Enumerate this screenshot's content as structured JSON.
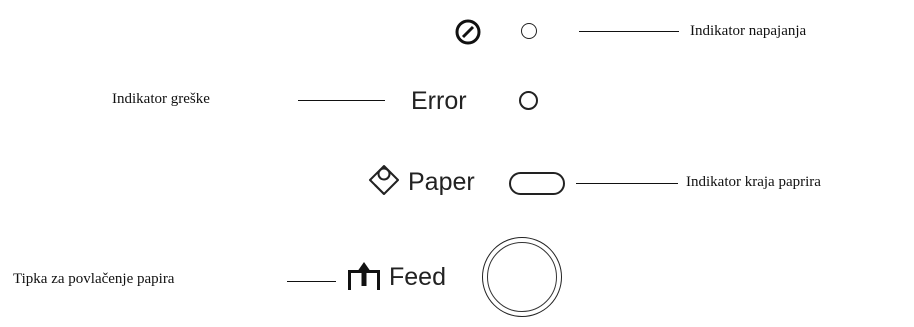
{
  "panel": {
    "rows": {
      "power": {
        "icon": "power-icon",
        "callout": "Indikator napajanja"
      },
      "error": {
        "label": "Error",
        "callout": "Indikator greške"
      },
      "paper": {
        "icon": "paper-roll-icon",
        "label": "Paper",
        "callout": "Indikator kraja paprira"
      },
      "feed": {
        "icon": "feed-arrow-icon",
        "label": "Feed",
        "callout": "Tipka za povlačenje papira"
      }
    },
    "colors": {
      "ink": "#1a1a1a",
      "background": "#ffffff"
    }
  }
}
